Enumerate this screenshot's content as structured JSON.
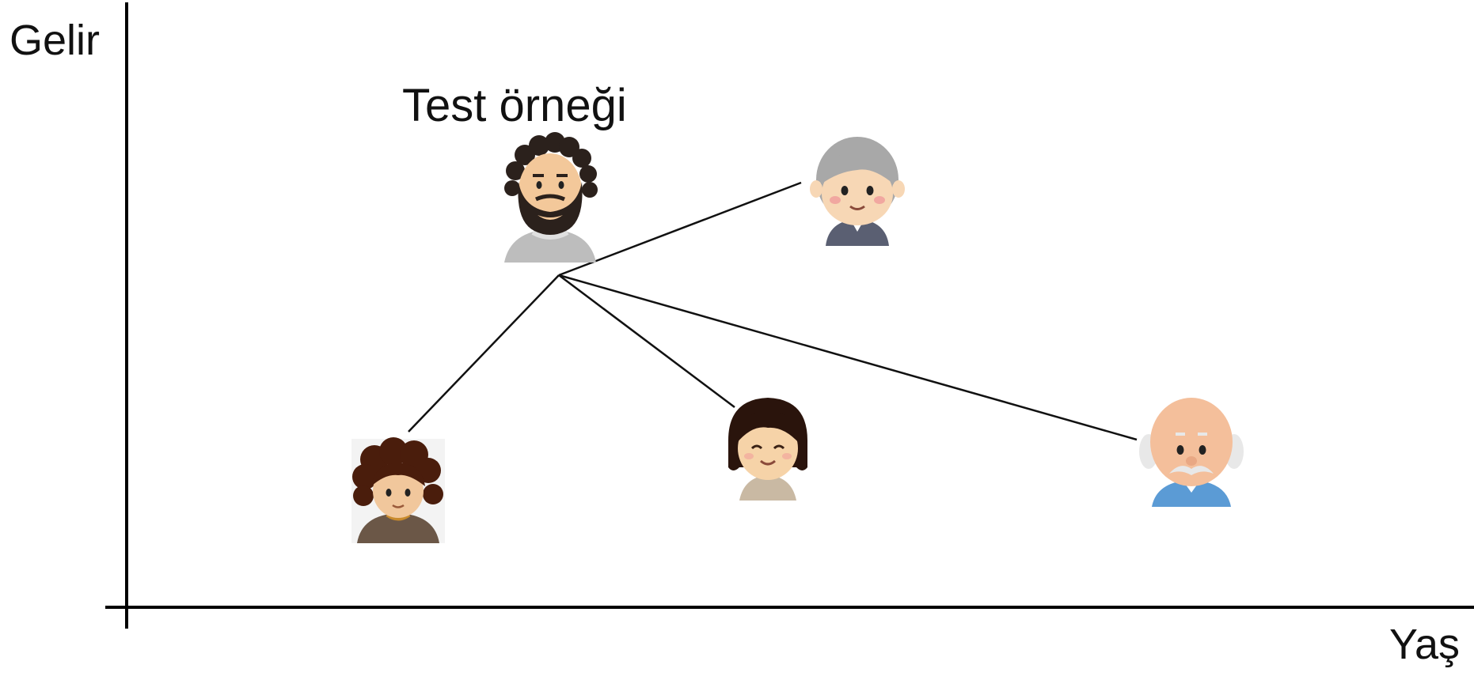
{
  "axes": {
    "y_label": "Gelir",
    "x_label": "Yaş"
  },
  "test_label": "Test örneği",
  "people": [
    {
      "id": "test",
      "role": "test-sample",
      "hair": "#2b211c",
      "skin": "#f3c89a",
      "shirt": "#bdbdbd",
      "beard": true
    },
    {
      "id": "gray-hair",
      "role": "neighbor",
      "hair": "#a8a8a8",
      "skin": "#f7d7b5",
      "shirt": "#5a5f72"
    },
    {
      "id": "curly-hair",
      "role": "neighbor",
      "hair": "#4a1d0c",
      "skin": "#f1c79c",
      "shirt": "#6b5747"
    },
    {
      "id": "woman",
      "role": "neighbor",
      "hair": "#2a140c",
      "skin": "#f6d3a8",
      "shirt": "#c9b9a3"
    },
    {
      "id": "old-man",
      "role": "neighbor",
      "hair": "#e8e8e8",
      "skin": "#f4bf9b",
      "shirt": "#5b9bd5",
      "mustache": true
    }
  ],
  "colors": {
    "axis": "#000000",
    "connector": "#111111",
    "background": "#ffffff"
  }
}
